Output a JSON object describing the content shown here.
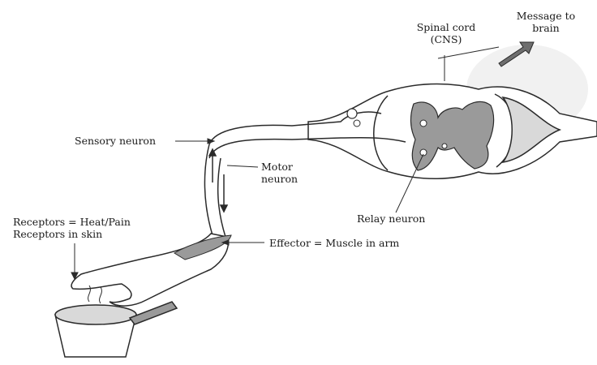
{
  "labels": {
    "spinal_cord_line1": "Spinal cord",
    "spinal_cord_line2": "(CNS)",
    "message_line1": "Message to",
    "message_line2": "brain",
    "sensory_neuron": "Sensory neuron",
    "motor_line1": "Motor",
    "motor_line2": "neuron",
    "relay_neuron": "Relay neuron",
    "receptors_line1": "Receptors = Heat/Pain",
    "receptors_line2": "Receptors in skin",
    "effector": "Effector = Muscle in arm"
  },
  "colors": {
    "outline": "#2a2a2a",
    "grey_matter": "#9a9a9a",
    "shade": "#d9d9d9",
    "arrow": "#6e6e6e"
  }
}
